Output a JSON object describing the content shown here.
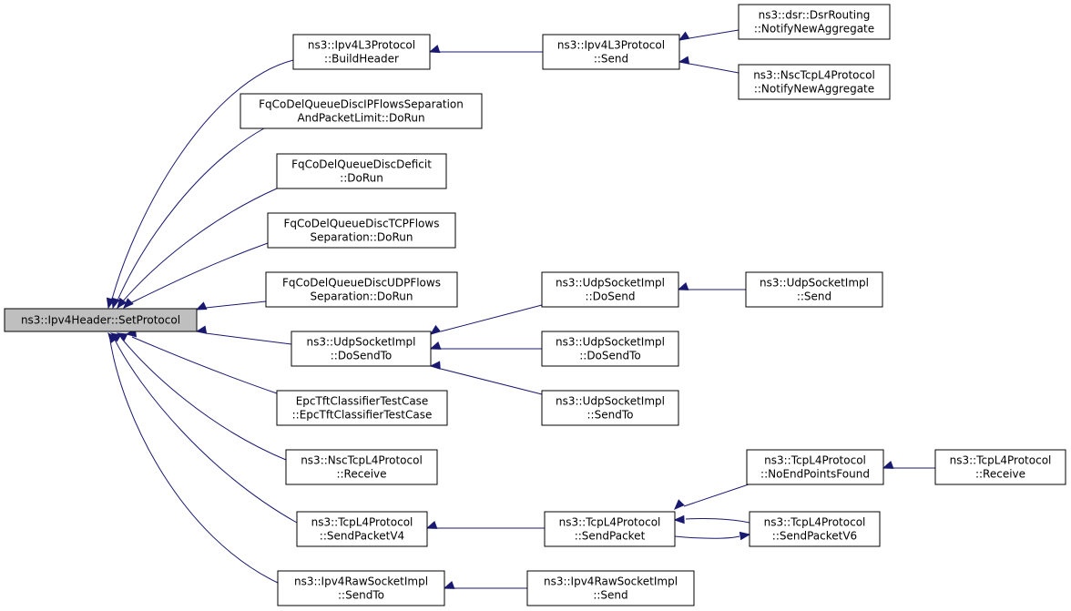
{
  "nodes": {
    "root": [
      "ns3::Ipv4Header::SetProtocol"
    ],
    "ipv4l3_buildheader": [
      "ns3::Ipv4L3Protocol",
      "::BuildHeader"
    ],
    "ipv4l3_send": [
      "ns3::Ipv4L3Protocol",
      "::Send"
    ],
    "dsr_notify": [
      "ns3::dsr::DsrRouting",
      "::NotifyNewAggregate"
    ],
    "nsctcp_notify": [
      "ns3::NscTcpL4Protocol",
      "::NotifyNewAggregate"
    ],
    "fq_ipflows": [
      "FqCoDelQueueDiscIPFlowsSeparation",
      "AndPacketLimit::DoRun"
    ],
    "fq_deficit": [
      "FqCoDelQueueDiscDeficit",
      "::DoRun"
    ],
    "fq_tcp": [
      "FqCoDelQueueDiscTCPFlows",
      "Separation::DoRun"
    ],
    "fq_udp": [
      "FqCoDelQueueDiscUDPFlows",
      "Separation::DoRun"
    ],
    "udp_dosendto": [
      "ns3::UdpSocketImpl",
      "::DoSendTo"
    ],
    "udp_dosend": [
      "ns3::UdpSocketImpl",
      "::DoSend"
    ],
    "udp_send": [
      "ns3::UdpSocketImpl",
      "::Send"
    ],
    "udp_dosendto2": [
      "ns3::UdpSocketImpl",
      "::DoSendTo"
    ],
    "udp_sendto": [
      "ns3::UdpSocketImpl",
      "::SendTo"
    ],
    "epc": [
      "EpcTftClassifierTestCase",
      "::EpcTftClassifierTestCase"
    ],
    "nsctcp_receive": [
      "ns3::NscTcpL4Protocol",
      "::Receive"
    ],
    "tcp_sendpacketv4": [
      "ns3::TcpL4Protocol",
      "::SendPacketV4"
    ],
    "tcp_sendpacket": [
      "ns3::TcpL4Protocol",
      "::SendPacket"
    ],
    "tcp_noendpoints": [
      "ns3::TcpL4Protocol",
      "::NoEndPointsFound"
    ],
    "tcp_receive": [
      "ns3::TcpL4Protocol",
      "::Receive"
    ],
    "tcp_sendpacketv6": [
      "ns3::TcpL4Protocol",
      "::SendPacketV6"
    ],
    "raw_sendto": [
      "ns3::Ipv4RawSocketImpl",
      "::SendTo"
    ],
    "raw_send": [
      "ns3::Ipv4RawSocketImpl",
      "::Send"
    ]
  },
  "edges": [
    [
      "ipv4l3_buildheader",
      "root"
    ],
    [
      "fq_ipflows",
      "root"
    ],
    [
      "fq_deficit",
      "root"
    ],
    [
      "fq_tcp",
      "root"
    ],
    [
      "fq_udp",
      "root"
    ],
    [
      "udp_dosendto",
      "root"
    ],
    [
      "epc",
      "root"
    ],
    [
      "nsctcp_receive",
      "root"
    ],
    [
      "tcp_sendpacketv4",
      "root"
    ],
    [
      "raw_sendto",
      "root"
    ],
    [
      "ipv4l3_send",
      "ipv4l3_buildheader"
    ],
    [
      "dsr_notify",
      "ipv4l3_send"
    ],
    [
      "nsctcp_notify",
      "ipv4l3_send"
    ],
    [
      "udp_dosend",
      "udp_dosendto"
    ],
    [
      "udp_dosendto2",
      "udp_dosendto"
    ],
    [
      "udp_sendto",
      "udp_dosendto"
    ],
    [
      "udp_send",
      "udp_dosend"
    ],
    [
      "tcp_sendpacket",
      "tcp_sendpacketv4"
    ],
    [
      "tcp_noendpoints",
      "tcp_sendpacket"
    ],
    [
      "tcp_sendpacketv6",
      "tcp_sendpacket"
    ],
    [
      "tcp_sendpacket",
      "tcp_sendpacketv6"
    ],
    [
      "tcp_receive",
      "tcp_noendpoints"
    ],
    [
      "raw_send",
      "raw_sendto"
    ]
  ],
  "colors": {
    "edge": "#191970",
    "root_fill": "#bfbfbf",
    "node_fill": "#ffffff"
  }
}
